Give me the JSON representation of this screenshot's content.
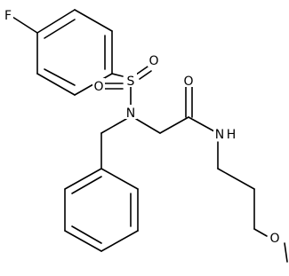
{
  "molecule": {
    "atom_labels": {
      "fluorine": "F",
      "sulfur": "S",
      "sulfonyl_oxygen_left": "O",
      "sulfonyl_oxygen_right": "O",
      "sulfonamide_nitrogen": "N",
      "carbonyl_oxygen": "O",
      "amide_nitrogen": "N",
      "amide_hydrogen": "H",
      "ether_oxygen": "O"
    },
    "colors": {
      "bond": "#000000",
      "text": "#000000",
      "background": "#ffffff"
    }
  }
}
